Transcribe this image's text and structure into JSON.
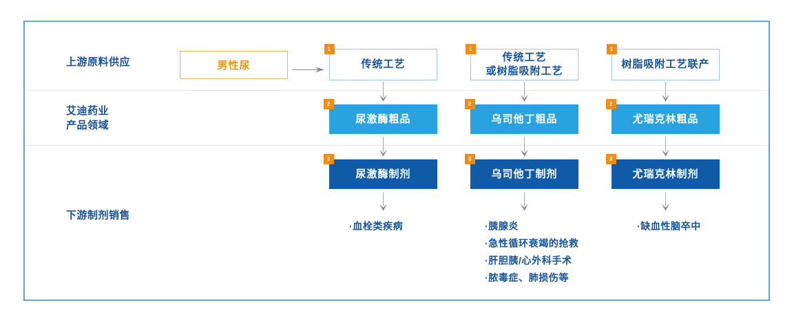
{
  "diagram": {
    "type": "flow-chart",
    "border_color": "#63a4d4",
    "bands": [
      {
        "id": "upstream",
        "label": "上游原料供应"
      },
      {
        "id": "products",
        "label": "艾迪药业\n产品领域"
      },
      {
        "id": "downstream",
        "label": "下游制剂销售"
      }
    ],
    "source": {
      "label": "男性尿",
      "border_color": "#e8b84b",
      "text_color": "#e8960f"
    },
    "columns": [
      {
        "id": "urokinase",
        "row1": {
          "badge": "1",
          "label": "传统工艺"
        },
        "row2": {
          "badge": "2",
          "label": "尿激酶粗品"
        },
        "row3": {
          "badge": "3",
          "label": "尿激酶制剂"
        },
        "outcomes": [
          "·血栓类疾病"
        ]
      },
      {
        "id": "ulinastatin",
        "row1": {
          "badge": "1",
          "label": "传统工艺\n或树脂吸附工艺"
        },
        "row2": {
          "badge": "2",
          "label": "乌司他丁粗品"
        },
        "row3": {
          "badge": "3",
          "label": "乌司他丁制剂"
        },
        "outcomes": [
          "·胰腺炎",
          "·急性循环衰竭的抢救",
          "·肝胆胰/心外科手术",
          "·脓毒症、肺损伤等"
        ]
      },
      {
        "id": "urilin",
        "row1": {
          "badge": "1",
          "label": "树脂吸附工艺联产"
        },
        "row2": {
          "badge": "2",
          "label": "尤瑞克林粗品"
        },
        "row3": {
          "badge": "3",
          "label": "尤瑞克林制剂"
        },
        "outcomes": [
          "·缺血性脑卒中"
        ]
      }
    ],
    "colors": {
      "badge": "#f08c16",
      "row1_border": "#9fc5e3",
      "row1_text": "#15539e",
      "row2_fill": "#29a3e0",
      "row3_fill": "#0f5ba8",
      "label_text": "#15539e",
      "arrow": "#9a9a9a",
      "divider": "#e3e7ea"
    }
  }
}
